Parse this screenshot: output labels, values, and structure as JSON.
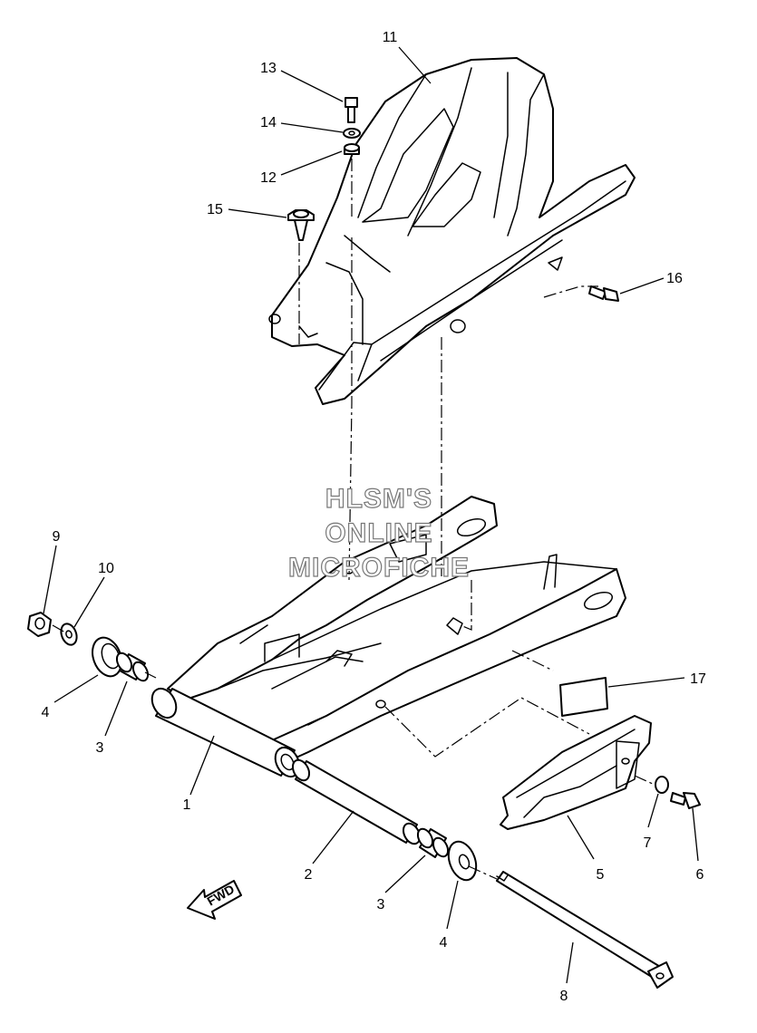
{
  "watermark": [
    "HLSM'S",
    "ONLINE",
    "MICROFICHE"
  ],
  "fwd_label": "FWD",
  "callouts": [
    "11",
    "13",
    "14",
    "12",
    "15",
    "16",
    "9",
    "10",
    "4",
    "3",
    "1",
    "2",
    "3",
    "4",
    "8",
    "17",
    "5",
    "7",
    "6"
  ],
  "colors": {
    "line": "#000000",
    "background": "#ffffff",
    "watermark_outline": "#777777"
  }
}
